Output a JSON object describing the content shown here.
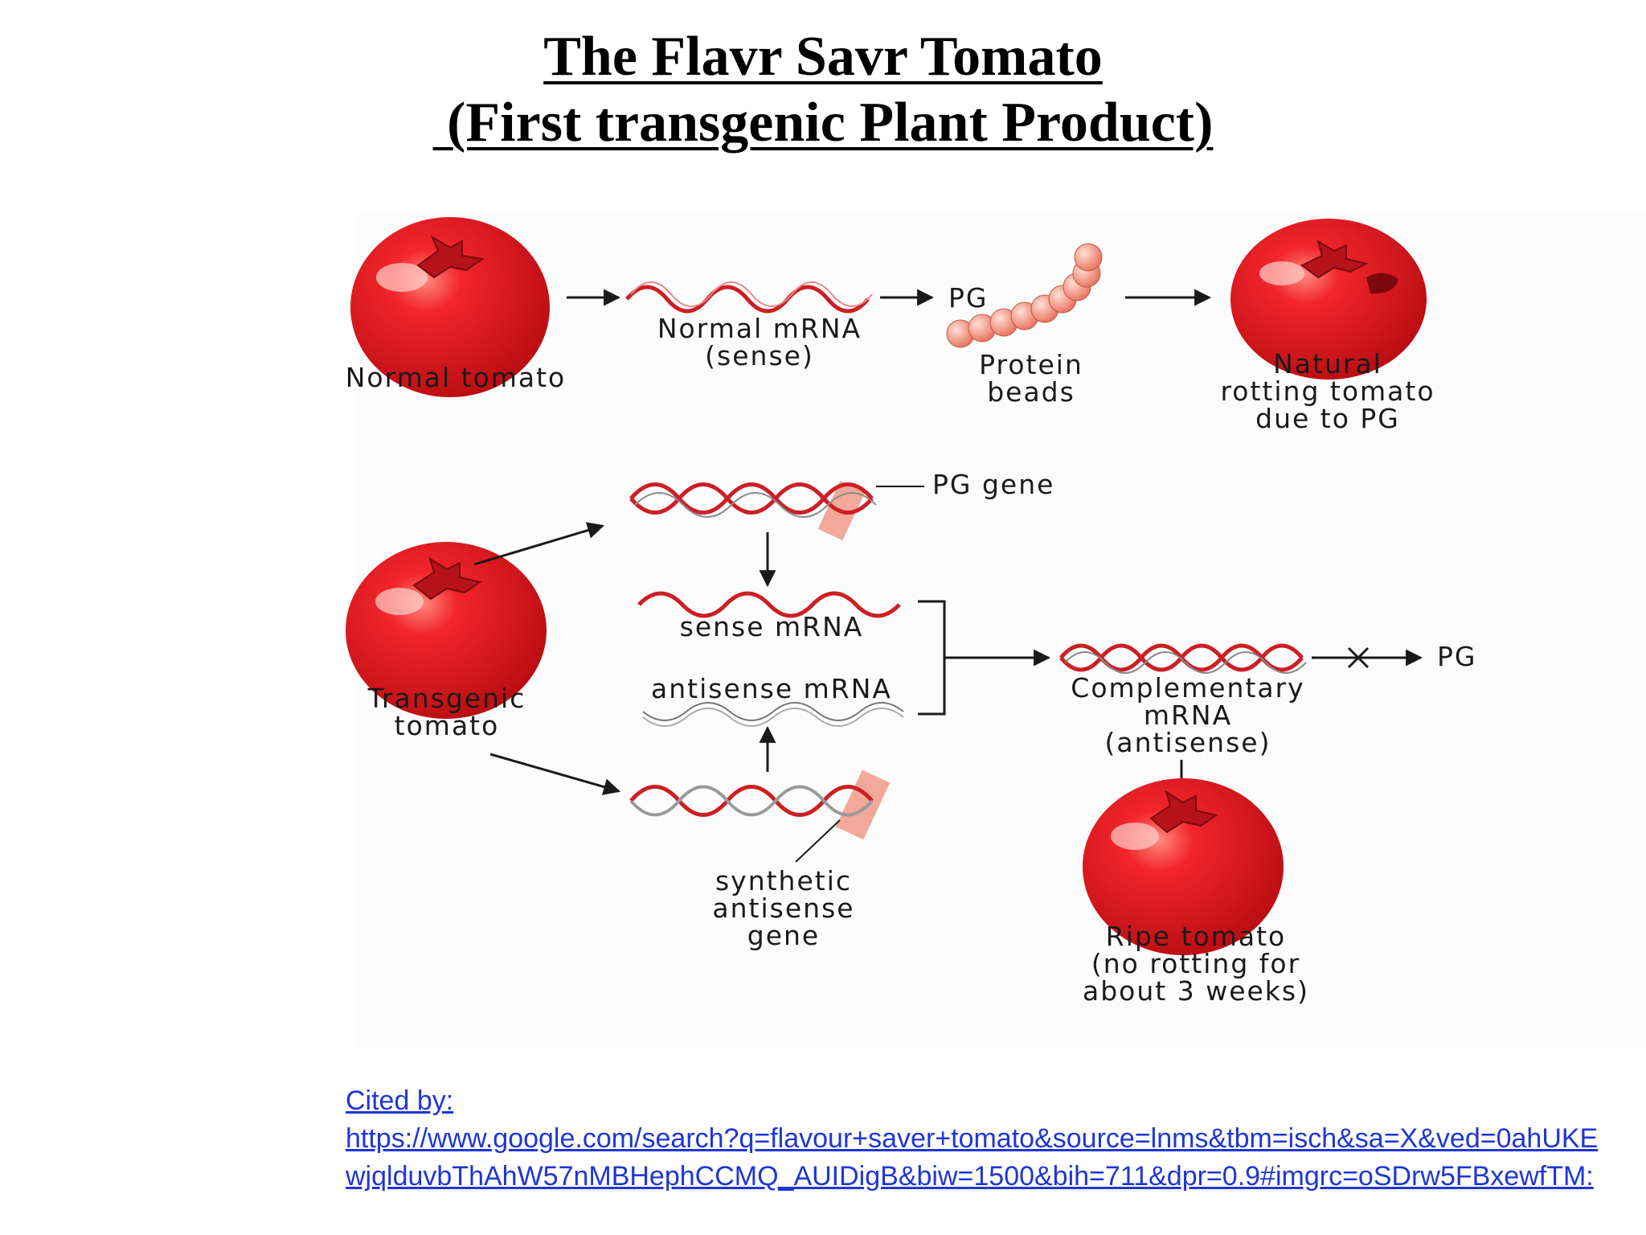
{
  "title": {
    "line1": "The Flavr Savr Tomato",
    "line2": " (First transgenic Plant Product)"
  },
  "diagram": {
    "top_row": {
      "normal_tomato": "Normal tomato",
      "normal_mrna_1": "Normal mRNA",
      "normal_mrna_2": "(sense)",
      "pg": "PG",
      "protein_1": "Protein",
      "protein_2": "beads",
      "rotting_1": "Natural",
      "rotting_2": "rotting tomato",
      "rotting_3": "due to PG"
    },
    "bottom": {
      "pg_gene": "PG gene",
      "sense_mrna": "sense mRNA",
      "antisense_mrna": "antisense mRNA",
      "transgenic_1": "Transgenic",
      "transgenic_2": "tomato",
      "complementary_1": "Complementary",
      "complementary_2": "mRNA",
      "complementary_3": "(antisense)",
      "pg_blocked": "PG",
      "synthetic_1": "synthetic",
      "synthetic_2": "antisense",
      "synthetic_3": "gene",
      "ripe_1": "Ripe tomato",
      "ripe_2": "(no rotting for",
      "ripe_3": "about 3 weeks)"
    },
    "colors": {
      "tomato": "#e4141c",
      "strand_red": "#cc1f25",
      "highlight": "#f2a99a"
    }
  },
  "citation": {
    "label": "Cited by:",
    "url": "https://www.google.com/search?q=flavour+saver+tomato&source=lnms&tbm=isch&sa=X&ved=0ahUKEwjqlduvbThAhW57nMBHephCCMQ_AUIDigB&biw=1500&bih=711&dpr=0.9#imgrc=oSDrw5FBxewfTM:"
  }
}
